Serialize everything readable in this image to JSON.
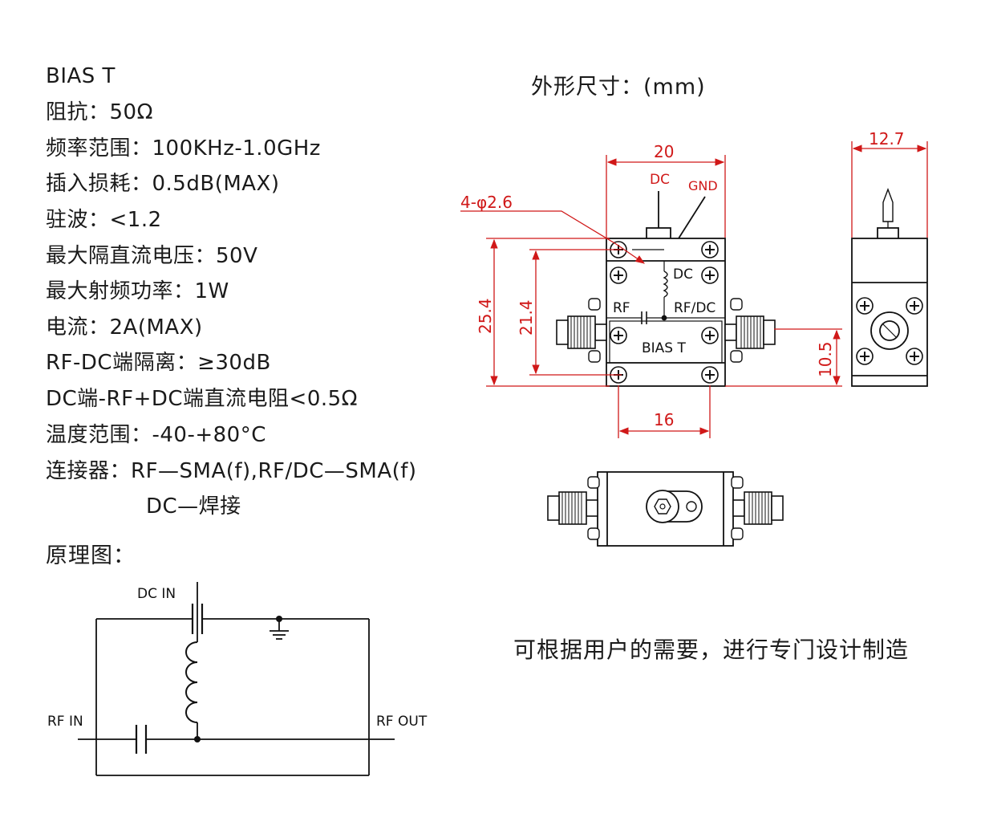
{
  "specs": [
    "BIAS T",
    "阻抗：50Ω",
    "频率范围：100KHz-1.0GHz",
    "插入损耗：0.5dB(MAX)",
    "驻波：<1.2",
    "最大隔直流电压：50V",
    "最大射频功率：1W",
    "电流：2A(MAX)",
    "RF-DC端隔离：≥30dB",
    "DC端-RF+DC端直流电阻<0.5Ω",
    "温度范围：-40-+80°C",
    "连接器：RF—SMA(f),RF/DC—SMA(f)",
    "DC—焊接"
  ],
  "schematic": {
    "title": "原理图：",
    "dc_in": "DC IN",
    "rf_in": "RF IN",
    "rf_out": "RF OUT"
  },
  "drawing": {
    "title": "外形尺寸：(mm)",
    "dim_width": "20",
    "dim_depth": "12.7",
    "dim_hole_spacing": "16",
    "dim_height": "25.4",
    "dim_hole_height": "21.4",
    "dim_connector_height": "10.5",
    "hole_note": "4-φ2.6",
    "pin_dc": "DC",
    "pin_gnd": "GND",
    "inner_dc": "DC",
    "inner_rf": "RF",
    "inner_rfdc": "RF/DC",
    "inner_name": "BIAS T",
    "colors": {
      "dimension": "#d01818",
      "outline": "#111111"
    }
  },
  "footer": "可根据用户的需要，进行专门设计制造"
}
